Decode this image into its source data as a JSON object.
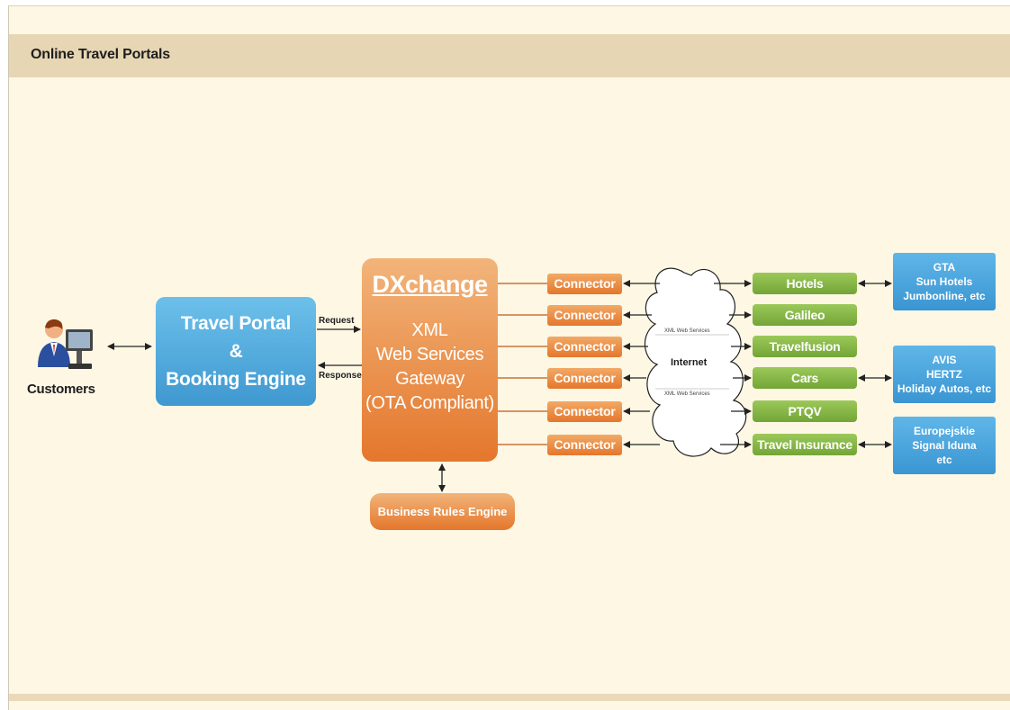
{
  "header": {
    "title": "Online Travel Portals"
  },
  "customers": {
    "label": "Customers",
    "icon": "customer-computer-icon"
  },
  "portal": {
    "line1": "Travel Portal",
    "line2": "&",
    "line3": "Booking Engine"
  },
  "flow": {
    "request_label": "Request",
    "response_label": "Response"
  },
  "gateway": {
    "title": "DXchange",
    "line1": "XML",
    "line2": "Web Services",
    "line3": "Gateway",
    "line4": "(OTA Compliant)"
  },
  "rules_engine": {
    "label": "Business Rules Engine"
  },
  "connectors": [
    "Connector",
    "Connector",
    "Connector",
    "Connector",
    "Connector",
    "Connector"
  ],
  "internet": {
    "label": "Internet",
    "xml_label_top": "XML Web Services",
    "xml_label_bottom": "XML Web Services"
  },
  "services": [
    "Hotels",
    "Galileo",
    "Travelfusion",
    "Cars",
    "PTQV",
    "Travel Insurance"
  ],
  "providers": [
    {
      "lines": [
        "GTA",
        "Sun Hotels",
        "Jumbonline, etc"
      ]
    },
    {
      "lines": [
        "AVIS",
        "HERTZ",
        "Holiday Autos, etc"
      ]
    },
    {
      "lines": [
        "Europejskie",
        "Signal Iduna",
        "etc"
      ]
    }
  ],
  "colors": {
    "background": "#fdf7e4",
    "title_bar": "#e6d6b4",
    "portal_blue": "#4ea8dc",
    "gateway_orange": "#ea8640",
    "service_green": "#85b645"
  }
}
